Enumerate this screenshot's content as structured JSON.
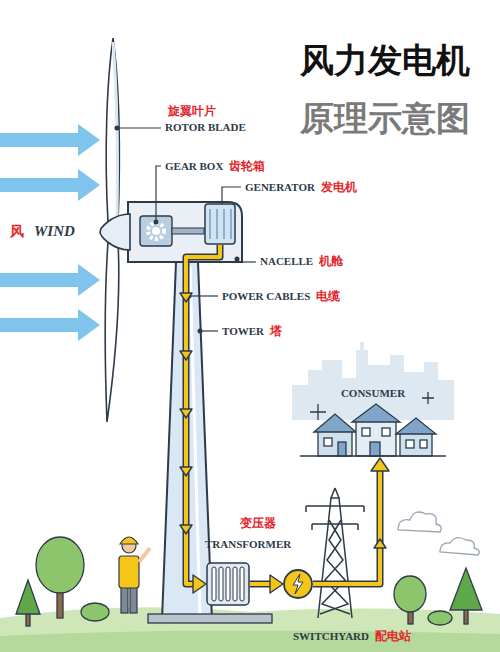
{
  "diagram": {
    "title": "风力发电机",
    "nodes": [
      {
        "text": [
          "GENERATOR",
          "发电机"
        ]
      },
      {
        "text": [
          "变压器",
          "TRANSFORMER"
        ]
      },
      {
        "text": [
          "SWITCHYARD",
          "配电站"
        ]
      },
      {
        "text": [
          "CONSUMER"
        ]
      }
    ],
    "edges": [
      {
        "from": 0,
        "to": 1,
        "arrow": "to"
      },
      {
        "from": 1,
        "to": 2,
        "arrow": "to"
      },
      {
        "from": 2,
        "to": 3,
        "arrow": "to"
      }
    ],
    "labels": [
      "风",
      "WIND",
      "旋翼叶片",
      "ROTOR BLADE",
      "GEAR BOX",
      "齿轮箱",
      "NACELLE",
      "机舱",
      "POWER CABLES",
      "电缆",
      "TOWER",
      "塔",
      "原理示意图"
    ]
  }
}
